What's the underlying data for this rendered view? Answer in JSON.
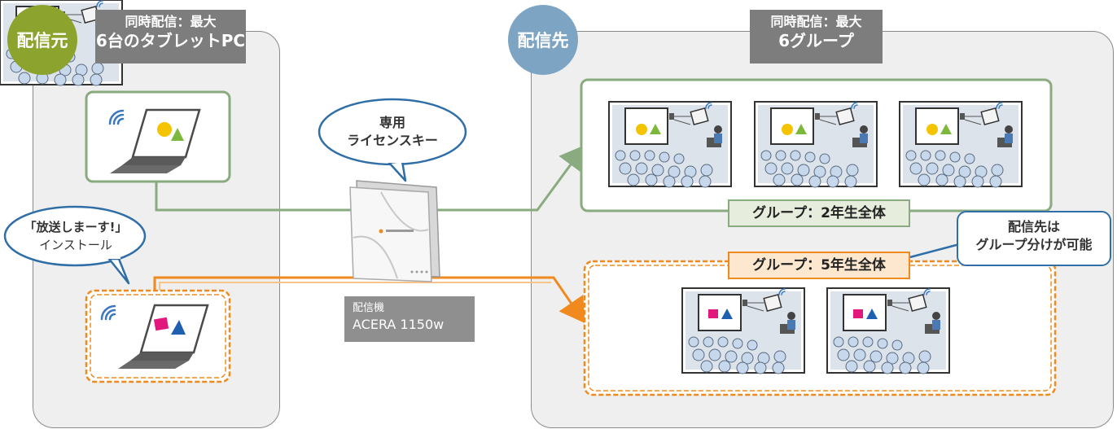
{
  "source": {
    "badge": "配信元",
    "label_line1": "同時配信：最大",
    "label_line2": "6台のタブレットPC"
  },
  "destination": {
    "badge": "配信先",
    "label_line1": "同時配信：最大",
    "label_line2": "6グループ"
  },
  "license_bubble": {
    "line1": "専用",
    "line2": "ライセンスキー"
  },
  "install_bubble": {
    "line1": "「放送しまーす!」",
    "line2": "インストール"
  },
  "grouping_bubble": {
    "line1": "配信先は",
    "line2": "グループ分けが可能"
  },
  "device": {
    "line1": "配信機",
    "line2": "ACERA 1150w"
  },
  "groups": [
    {
      "label": "グループ：2年生全体",
      "color": "#8aab7f",
      "classrooms": 3
    },
    {
      "label": "グループ：5年生全体",
      "color": "#f08a1e",
      "classrooms": 2
    }
  ],
  "colors": {
    "source_badge": "#8ca32e",
    "destination_badge": "#7ea4c4",
    "green_line": "#8aab7f",
    "orange_line": "#f08a1e",
    "callout_border": "#2f6ea6"
  }
}
